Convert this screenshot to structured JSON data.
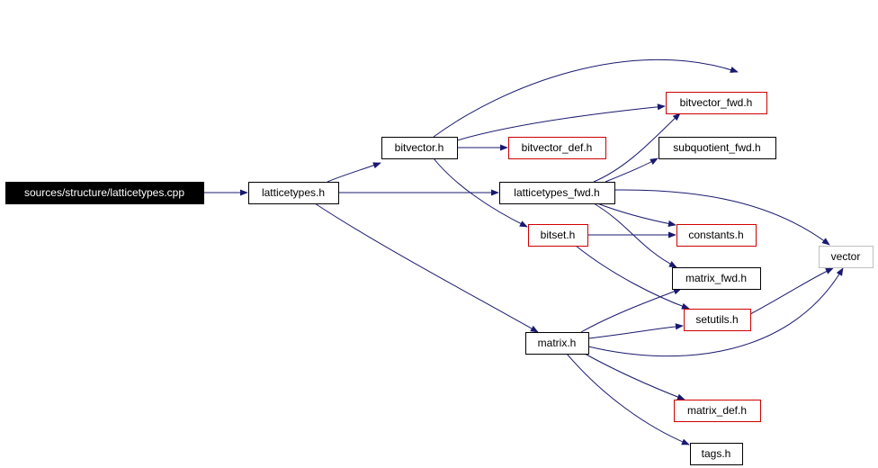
{
  "nodes": [
    {
      "id": "root",
      "label": "sources/structure/latticetypes.cpp",
      "style": "root"
    },
    {
      "id": "latticetypes_h",
      "label": "latticetypes.h",
      "style": "normal"
    },
    {
      "id": "bitvector_h",
      "label": "bitvector.h",
      "style": "normal"
    },
    {
      "id": "bitvector_def_h",
      "label": "bitvector_def.h",
      "style": "red"
    },
    {
      "id": "bitvector_fwd_h",
      "label": "bitvector_fwd.h",
      "style": "red"
    },
    {
      "id": "subquotient_fwd_h",
      "label": "subquotient_fwd.h",
      "style": "normal"
    },
    {
      "id": "latticetypes_fwd_h",
      "label": "latticetypes_fwd.h",
      "style": "normal"
    },
    {
      "id": "bitset_h",
      "label": "bitset.h",
      "style": "red"
    },
    {
      "id": "constants_h",
      "label": "constants.h",
      "style": "red"
    },
    {
      "id": "vector",
      "label": "vector",
      "style": "grey"
    },
    {
      "id": "matrix_fwd_h",
      "label": "matrix_fwd.h",
      "style": "normal"
    },
    {
      "id": "setutils_h",
      "label": "setutils.h",
      "style": "red"
    },
    {
      "id": "matrix_h",
      "label": "matrix.h",
      "style": "normal"
    },
    {
      "id": "matrix_def_h",
      "label": "matrix_def.h",
      "style": "red"
    },
    {
      "id": "tags_h",
      "label": "tags.h",
      "style": "normal"
    }
  ],
  "edges": [
    [
      "root",
      "latticetypes_h"
    ],
    [
      "latticetypes_h",
      "bitvector_h"
    ],
    [
      "latticetypes_h",
      "latticetypes_fwd_h"
    ],
    [
      "latticetypes_h",
      "matrix_h"
    ],
    [
      "bitvector_h",
      "bitvector_def_h"
    ],
    [
      "bitvector_h",
      "bitvector_fwd_h"
    ],
    [
      "bitvector_h",
      "bitset_h"
    ],
    [
      "bitvector_h",
      "vector"
    ],
    [
      "latticetypes_fwd_h",
      "bitvector_fwd_h"
    ],
    [
      "latticetypes_fwd_h",
      "subquotient_fwd_h"
    ],
    [
      "latticetypes_fwd_h",
      "constants_h"
    ],
    [
      "latticetypes_fwd_h",
      "matrix_fwd_h"
    ],
    [
      "latticetypes_fwd_h",
      "vector"
    ],
    [
      "bitset_h",
      "constants_h"
    ],
    [
      "bitset_h",
      "setutils_h"
    ],
    [
      "setutils_h",
      "vector"
    ],
    [
      "matrix_h",
      "matrix_fwd_h"
    ],
    [
      "matrix_h",
      "setutils_h"
    ],
    [
      "matrix_h",
      "vector"
    ],
    [
      "matrix_h",
      "matrix_def_h"
    ],
    [
      "matrix_h",
      "tags_h"
    ]
  ],
  "colors": {
    "edge": "#191970",
    "normal_border": "#000000",
    "red_border": "#d00000",
    "grey_border": "#bfbfbf",
    "root_fill": "#000000",
    "root_text": "#ffffff",
    "text": "#000000"
  }
}
